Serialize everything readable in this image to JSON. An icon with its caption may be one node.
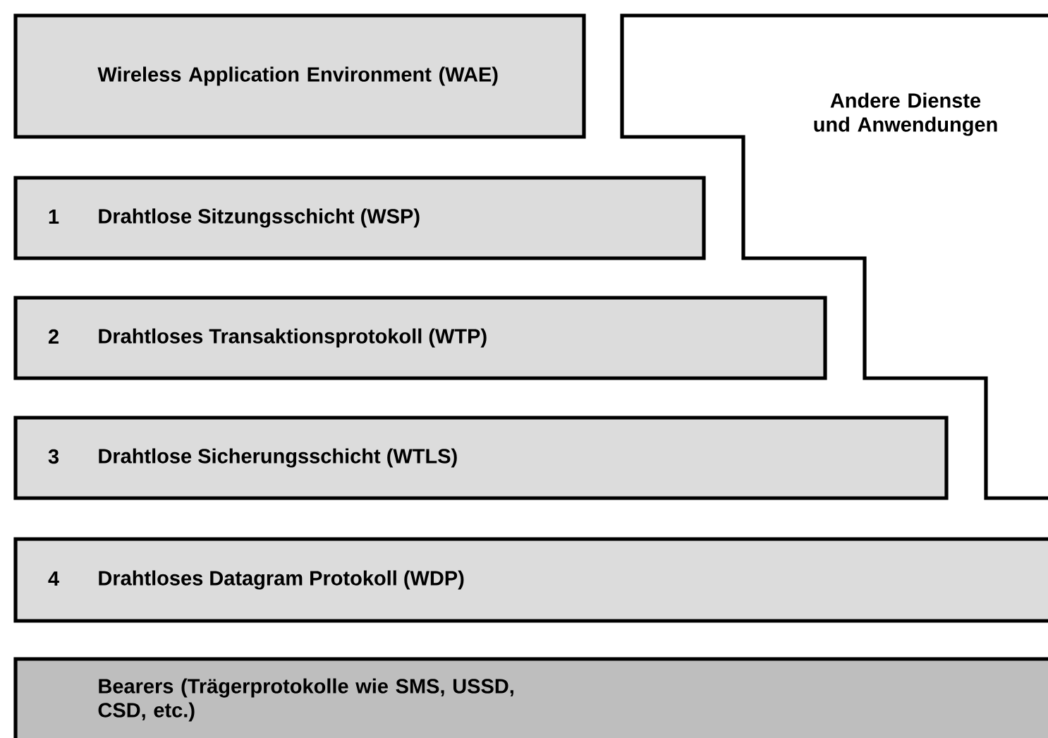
{
  "diagram": {
    "nodes": [
      {
        "text": [
          "Wireless Application Environment (WAE)"
        ]
      },
      {
        "text": [
          "Andere Dienste und Anwendungen"
        ]
      },
      {
        "text": [
          "1",
          "Drahtlose Sitzungsschicht (WSP)"
        ]
      },
      {
        "text": [
          "2",
          "Drahtloses Transaktionsprotokoll (WTP)"
        ]
      },
      {
        "text": [
          "3",
          "Drahtlose Sicherungsschicht (WTLS)"
        ]
      },
      {
        "text": [
          "4",
          "Drahtloses Datagram Protokoll (WDP)"
        ]
      },
      {
        "text": [
          "Bearers (Trägerprotokolle wie SMS, USSD, CSD, etc.)"
        ]
      }
    ]
  }
}
